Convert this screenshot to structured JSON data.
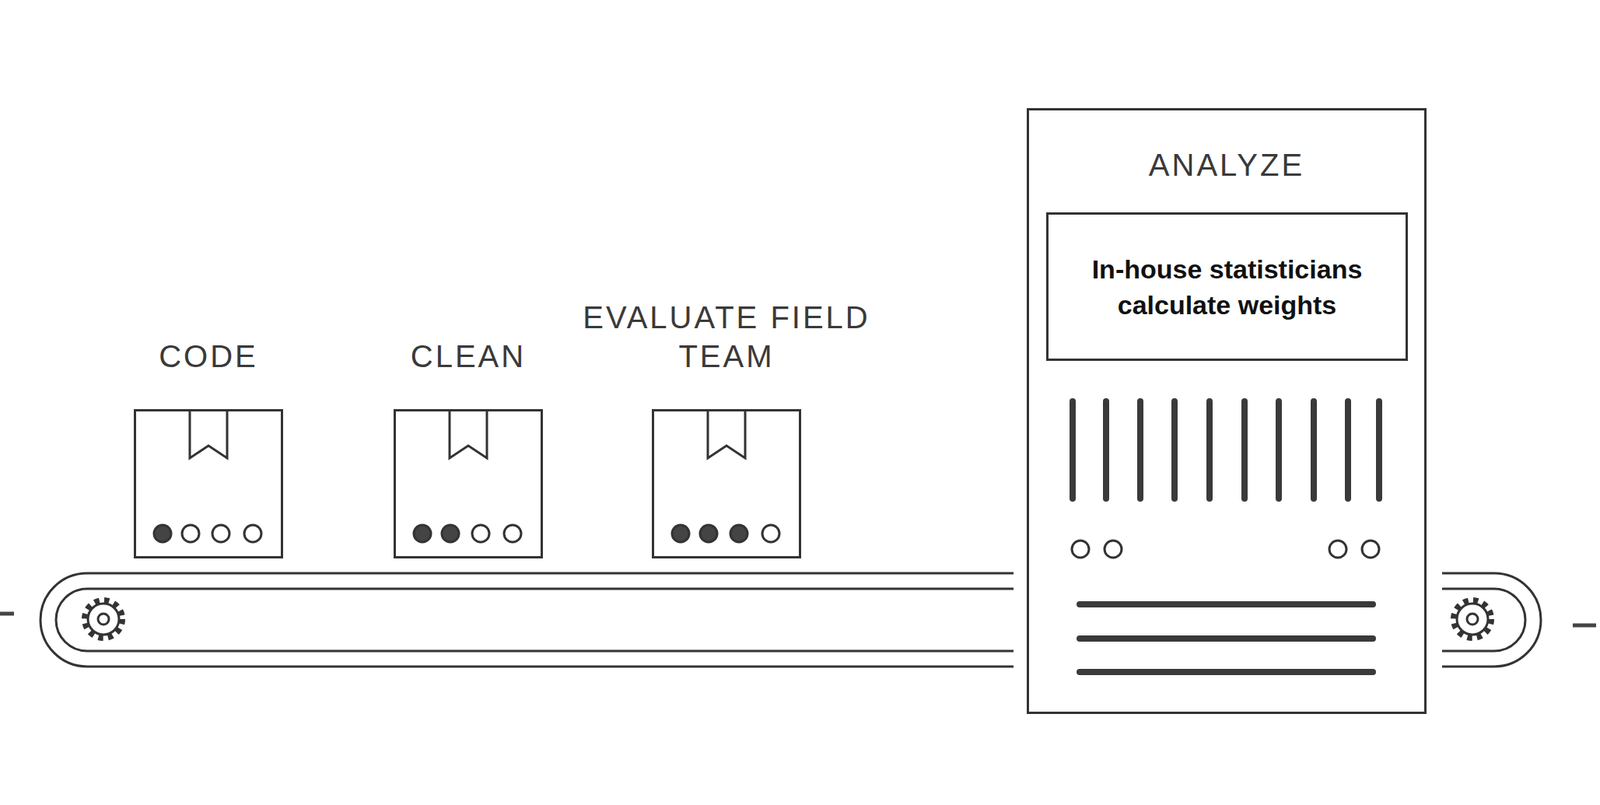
{
  "diagram": {
    "nodes": [
      {
        "text": [
          "CODE"
        ]
      },
      {
        "text": [
          "CLEAN"
        ]
      },
      {
        "text": [
          "EVALUATE FIELD TEAM"
        ]
      },
      {
        "text": [
          "ANALYZE"
        ]
      },
      {
        "text": [
          "In-house statisticians calculate weights"
        ],
        "in": 3
      }
    ]
  }
}
